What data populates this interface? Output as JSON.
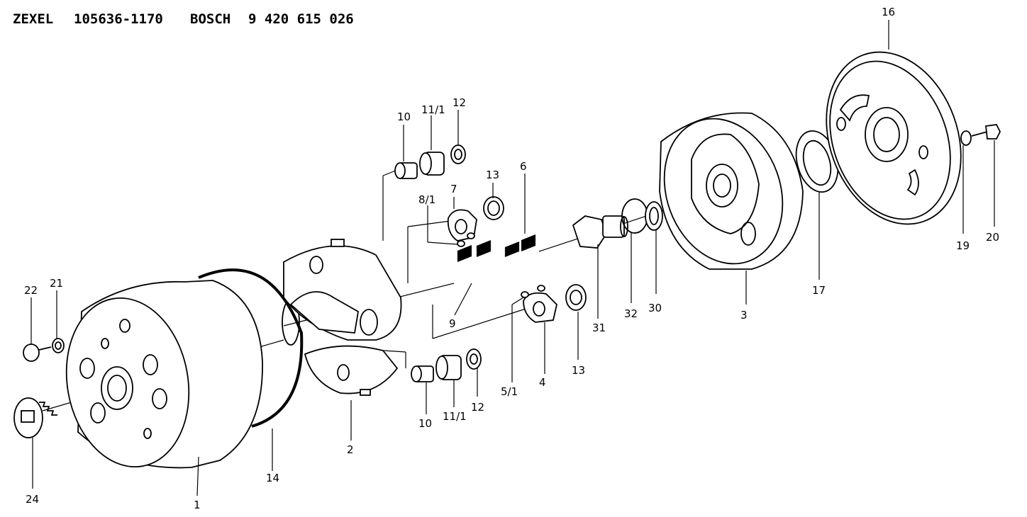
{
  "header": {
    "brand1": "ZEXEL",
    "part1": "105636-1170",
    "brand2": "BOSCH",
    "part2": "9 420 615 026"
  },
  "labels": {
    "p1": "1",
    "p2": "2",
    "p3": "3",
    "p4": "4",
    "p5_1": "5/1",
    "p6": "6",
    "p7": "7",
    "p8_1": "8/1",
    "p9": "9",
    "p10a": "10",
    "p10b": "10",
    "p11_1a": "11/1",
    "p11_1b": "11/1",
    "p12a": "12",
    "p12b": "12",
    "p13a": "13",
    "p13b": "13",
    "p14": "14",
    "p16": "16",
    "p17": "17",
    "p19": "19",
    "p20": "20",
    "p21": "21",
    "p22": "22",
    "p24": "24",
    "p30": "30",
    "p31": "31",
    "p32": "32"
  }
}
